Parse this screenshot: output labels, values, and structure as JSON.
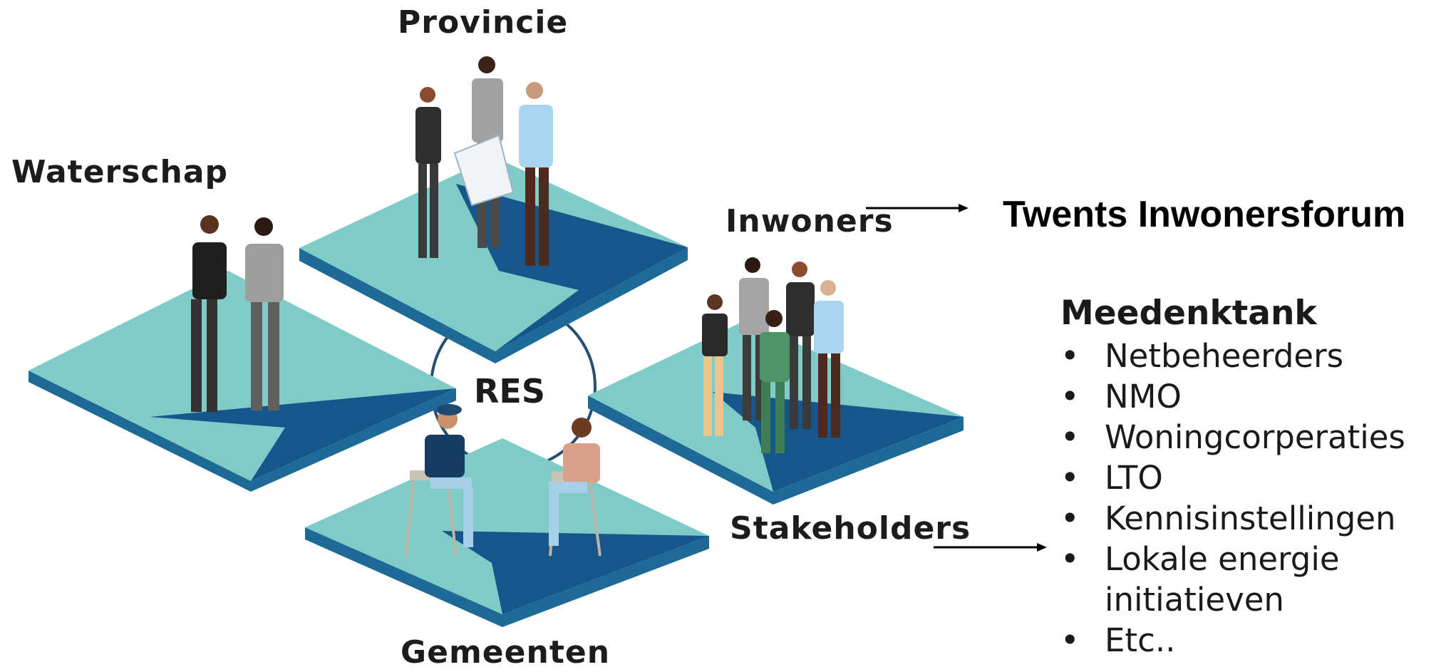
{
  "labels": {
    "provincie": "Provincie",
    "waterschap": "Waterschap",
    "inwoners": "Inwoners",
    "stakeholders": "Stakeholders",
    "gemeenten": "Gemeenten",
    "center": "RES"
  },
  "forum": {
    "title": "Twents Inwonersforum"
  },
  "meedenktank": {
    "title": "Meedenktank",
    "bullet": "•",
    "items": [
      {
        "lines": [
          "Netbeheerders"
        ]
      },
      {
        "lines": [
          "NMO"
        ]
      },
      {
        "lines": [
          "Woningcorperaties"
        ]
      },
      {
        "lines": [
          "LTO"
        ]
      },
      {
        "lines": [
          "Kennisinstellingen"
        ]
      },
      {
        "lines": [
          "Lokale energie",
          "initiatieven"
        ]
      },
      {
        "lines": [
          "Etc.."
        ]
      }
    ]
  },
  "colors": {
    "platform_light": "#7ecbc8",
    "platform_dark": "#17568b",
    "platform_edge": "#1e6a96",
    "circle": "#264f72",
    "arrow": "#000000"
  }
}
